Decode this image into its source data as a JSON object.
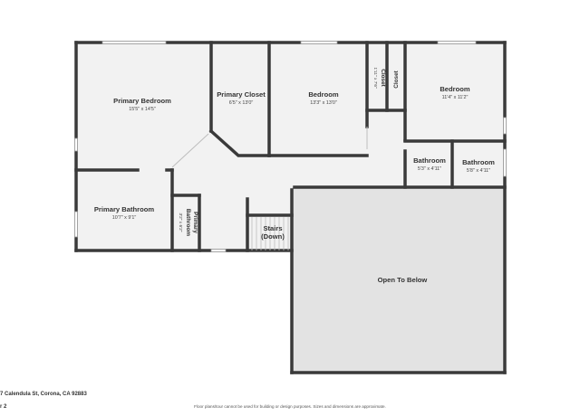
{
  "rooms": {
    "primary_bedroom": {
      "name": "Primary Bedroom",
      "dims": "15'5\" x 14'5\""
    },
    "primary_closet": {
      "name": "Primary Closet",
      "dims": "6'5\" x 13'0\""
    },
    "bedroom_1": {
      "name": "Bedroom",
      "dims": "13'3\" x 13'0\""
    },
    "closet_1": {
      "name": "Closet",
      "dims": "1'11\" x 7'6\""
    },
    "closet_2": {
      "name": "Closet"
    },
    "bedroom_2": {
      "name": "Bedroom",
      "dims": "11'4\" x 11'2\""
    },
    "bathroom_1": {
      "name": "Bathroom",
      "dims": "5'3\" x 4'11\""
    },
    "bathroom_2": {
      "name": "Bathroom",
      "dims": "5'8\" x 4'11\""
    },
    "primary_bathroom": {
      "name": "Primary Bathroom",
      "dims": "10'7\" x 9'1\""
    },
    "primary_wc": {
      "name_line1": "Primary",
      "name_line2": "Bathroom",
      "dims": "3'2\" x 6'2\""
    },
    "stairs": {
      "line1": "Stairs",
      "line2": "(Down)"
    },
    "open_below": {
      "name": "Open To Below"
    }
  },
  "footer": {
    "address": "7 Calendula St, Corona, CA 92883",
    "floor": "r 2",
    "disclaimer": "Floor plans/tour cannot be used for building or design purposes. Sizes and dimensions are approximate."
  },
  "colors": {
    "wall": "#3a3a3a",
    "floor": "#f2f2f2",
    "open_below": "#e3e3e3",
    "window": "#9a9a9a",
    "background": "#ffffff"
  }
}
